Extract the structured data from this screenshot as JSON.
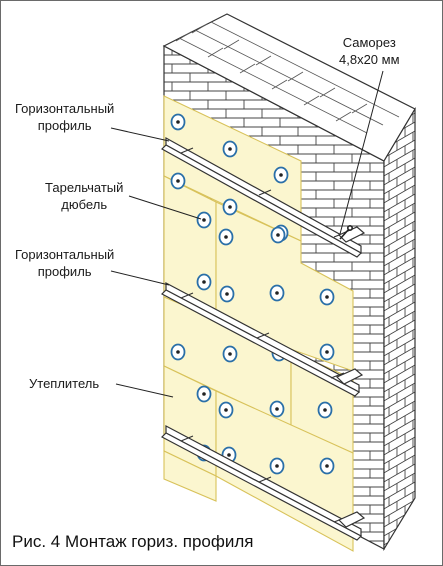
{
  "labels": {
    "screw_line1": "Саморез",
    "screw_line2": "4,8х20 мм",
    "horizontal_profile_top_line1": "Горизонтальный",
    "horizontal_profile_top_line2": "профиль",
    "dowel_line1": "Тарельчатый",
    "dowel_line2": "дюбель",
    "horizontal_profile_mid_line1": "Горизонтальный",
    "horizontal_profile_mid_line2": "профиль",
    "insulation": "Утеплитель"
  },
  "caption": "Рис. 4 Монтаж гориз. профиля",
  "colors": {
    "insulation_fill": "#fbf6cf",
    "insulation_edge": "#d8c25a",
    "brick_line": "#444444",
    "profile_fill": "#ffffff",
    "profile_stroke": "#333333",
    "dowel_ring": "#2a6fa8",
    "text": "#1a1a1a"
  }
}
